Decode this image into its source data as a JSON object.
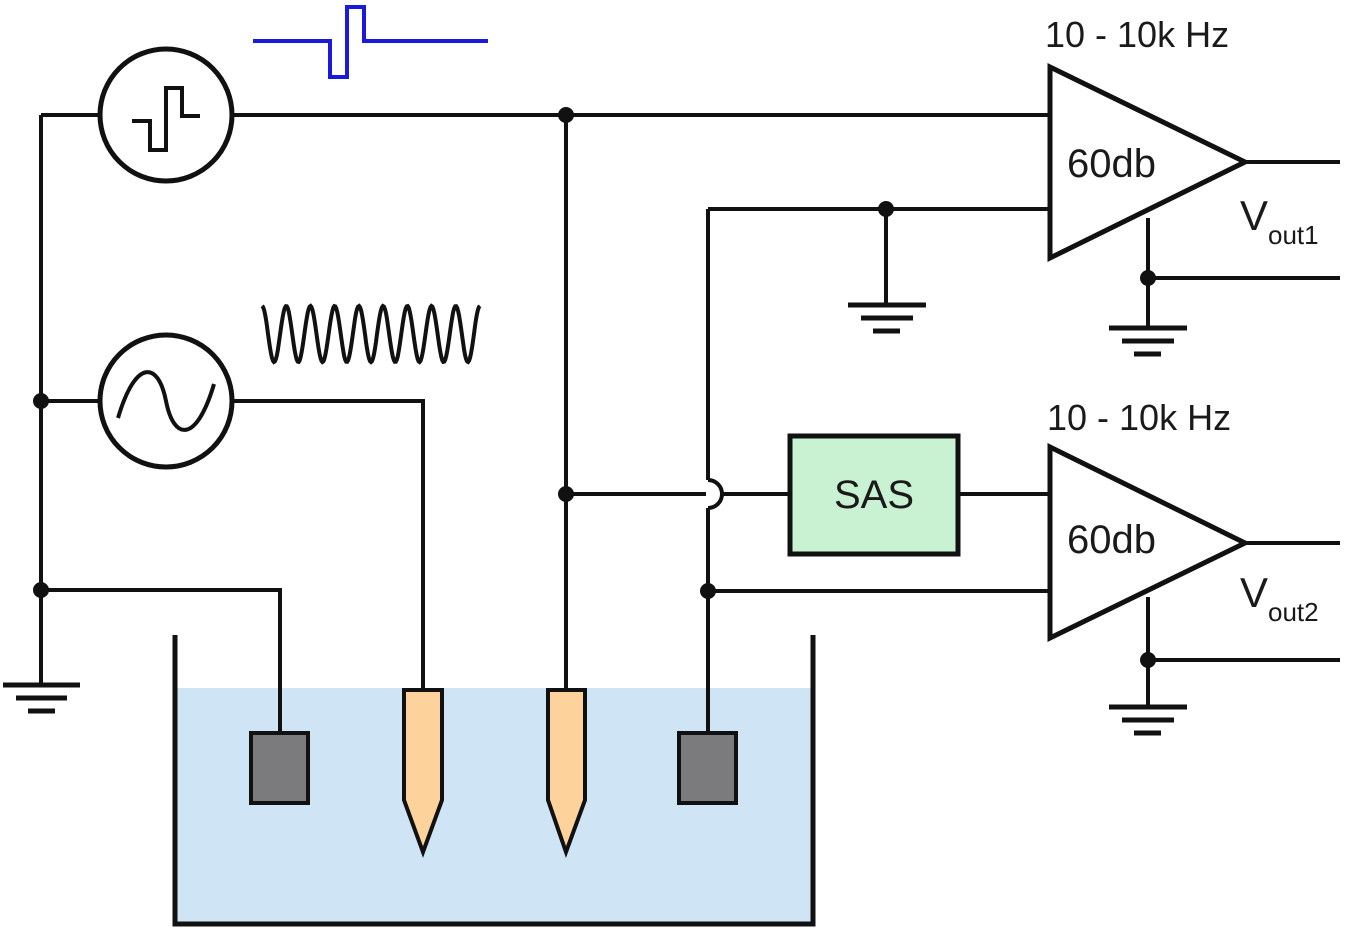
{
  "amplifiers": [
    {
      "freq_label": "10 - 10k Hz",
      "gain_label": "60db",
      "out_main": "V",
      "out_sub": "out1"
    },
    {
      "freq_label": "10 - 10k Hz",
      "gain_label": "60db",
      "out_main": "V",
      "out_sub": "out2"
    }
  ],
  "sas_label": "SAS",
  "colors": {
    "wire": "#111111",
    "pulse_waveform": "#1a1adc",
    "bath_fill": "#cfe4f5",
    "electrode_fill": "#fdd39b",
    "reference_electrode_fill": "#7b7b7d",
    "sas_fill": "#c8f2d2"
  }
}
